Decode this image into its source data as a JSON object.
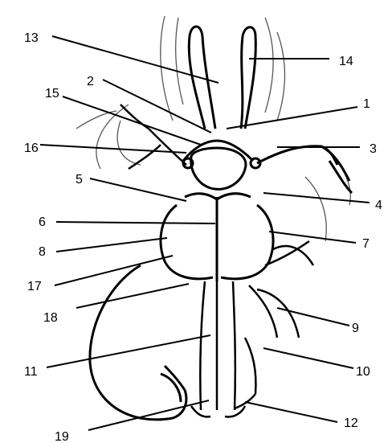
{
  "figure": {
    "labels": [
      "1",
      "2",
      "3",
      "4",
      "5",
      "6",
      "7",
      "8",
      "9",
      "10",
      "11",
      "12",
      "13",
      "14",
      "15",
      "16",
      "17",
      "18",
      "19"
    ]
  },
  "colors": {
    "ink": "#000000",
    "paper": "#ffffff",
    "shade": "#444444"
  }
}
